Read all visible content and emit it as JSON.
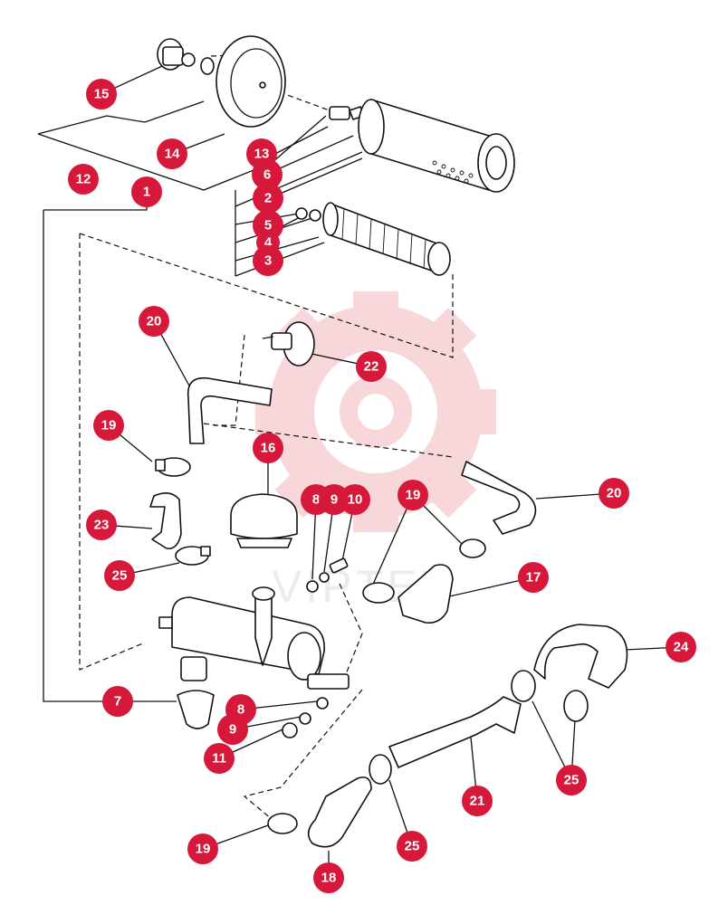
{
  "colors": {
    "callout": "#d6193a",
    "watermark": "#f4b7bd",
    "watermark_text": "#dddddd",
    "ink": "#111111"
  },
  "watermark": {
    "text": "VIPTEX",
    "icon": "gear-watermark-icon"
  },
  "callouts": [
    {
      "label": "15"
    },
    {
      "label": "14"
    },
    {
      "label": "12"
    },
    {
      "label": "13"
    },
    {
      "label": "6"
    },
    {
      "label": "1"
    },
    {
      "label": "2"
    },
    {
      "label": "5"
    },
    {
      "label": "4"
    },
    {
      "label": "3"
    },
    {
      "label": "20"
    },
    {
      "label": "22"
    },
    {
      "label": "19"
    },
    {
      "label": "16"
    },
    {
      "label": "8"
    },
    {
      "label": "9"
    },
    {
      "label": "10"
    },
    {
      "label": "19"
    },
    {
      "label": "20"
    },
    {
      "label": "23"
    },
    {
      "label": "25"
    },
    {
      "label": "17"
    },
    {
      "label": "24"
    },
    {
      "label": "7"
    },
    {
      "label": "8"
    },
    {
      "label": "9"
    },
    {
      "label": "11"
    },
    {
      "label": "21"
    },
    {
      "label": "25"
    },
    {
      "label": "19"
    },
    {
      "label": "25"
    },
    {
      "label": "18"
    }
  ]
}
